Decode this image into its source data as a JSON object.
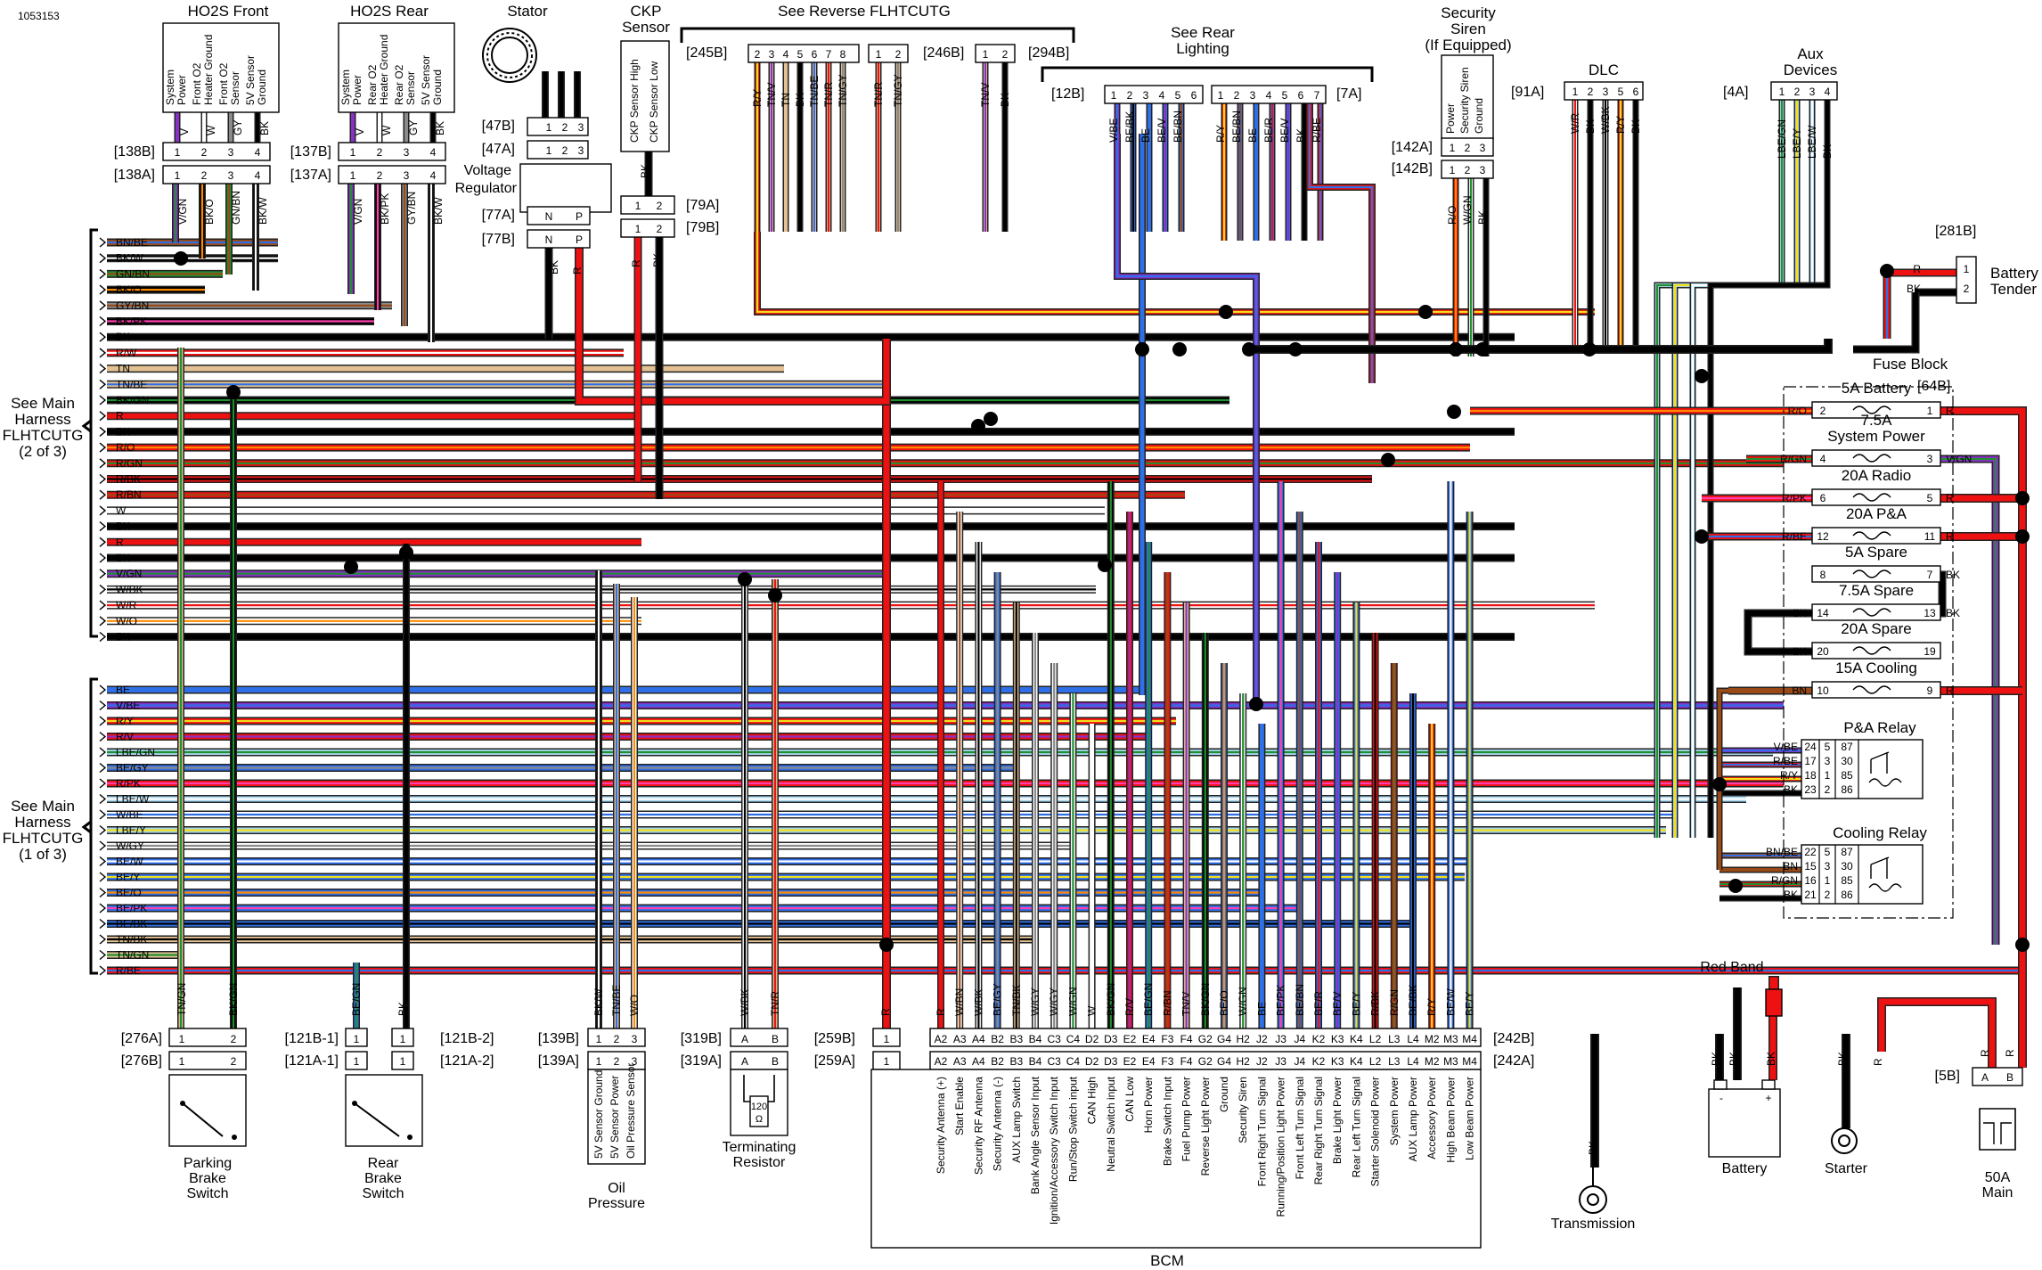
{
  "figure_id": "1053153",
  "colors": {
    "BK": "#000000",
    "R": "#ee1111",
    "O": "#ff8c00",
    "V": "#8b2fc9",
    "BE": "#2f6fe8",
    "GN": "#1f8f2f",
    "LGN": "#97e37b",
    "Y": "#f2df1a",
    "W": "#ffffff",
    "GY": "#8a8a8a",
    "TN": "#e3c193",
    "BN": "#9a4a16",
    "PK": "#ff3fae",
    "LBE": "#a8d6ee",
    "OUTLINE": "#222222"
  },
  "connector_blocks": {
    "ho2s_front": {
      "title": "HO2S Front",
      "pin_labels": [
        "System Power",
        "Front O2 Heater Ground",
        "Front O2 Sensor",
        "5V Sensor Ground"
      ],
      "upper_ref": "[138B]",
      "lower_ref": "[138A]",
      "pins": [
        "1",
        "2",
        "3",
        "4"
      ],
      "colors_above": [
        "V",
        "W",
        "GY",
        "BK"
      ],
      "wire_codes": [
        "V/GN",
        "BK/O",
        "GN/BN",
        "BK/W"
      ]
    },
    "ho2s_rear": {
      "title": "HO2S Rear",
      "pin_labels": [
        "System Power",
        "Rear O2 Heater Ground",
        "Rear O2 Sensor",
        "5V Sensor Ground"
      ],
      "upper_ref": "[137B]",
      "lower_ref": "[137A]",
      "pins": [
        "1",
        "2",
        "3",
        "4"
      ],
      "colors_above": [
        "V",
        "W",
        "GY",
        "BK"
      ],
      "wire_codes": [
        "V/GN",
        "BK/PK",
        "GY/BN",
        "BK/W"
      ]
    },
    "stator": {
      "title": "Stator",
      "ref_a": "[47B]",
      "ref_b": "[47A]",
      "pins": [
        "1",
        "2",
        "3"
      ],
      "regulator_label": "Voltage Regulator",
      "ref_c": "[77A]",
      "ref_d": "[77B]",
      "np": [
        "N",
        "P"
      ],
      "wire_codes": [
        "BK",
        "R"
      ]
    },
    "ckp": {
      "title": "CKP Sensor",
      "pin_labels": [
        "CKP Sensor High",
        "CKP Sensor Low"
      ],
      "ref_a": "[79A]",
      "ref_b": "[79B]",
      "pins": [
        "1",
        "2"
      ],
      "wire_codes": [
        "R",
        "BK"
      ],
      "top_code": "BK"
    },
    "reverse": {
      "title": "See Reverse FLHTCUTG",
      "ref_a": "[245B]",
      "pins_a": [
        "2",
        "3",
        "4",
        "5",
        "6",
        "7",
        "8"
      ],
      "ref_b": "[246B]",
      "pins_b": [
        "1",
        "2"
      ],
      "ref_c": "[294B]",
      "pins_c": [
        "1",
        "2"
      ],
      "wire_codes": [
        "R/Y",
        "TN/V",
        "TN",
        "BK",
        "TN/BE",
        "TN/R",
        "TN/GY",
        "TN/R",
        "TN/GY",
        "TN/V",
        "BK"
      ]
    },
    "rear_lighting": {
      "title": "See Rear Lighting",
      "ref_a": "[12B]",
      "pins_a": [
        "1",
        "2",
        "3",
        "4",
        "5",
        "6"
      ],
      "ref_b": "[7A]",
      "pins_b": [
        "1",
        "2",
        "3",
        "4",
        "5",
        "6",
        "7"
      ],
      "wire_codes_a": [
        "V/BE",
        "BE/BK",
        "BE",
        "BE/V",
        "BE/BN"
      ],
      "wire_codes_b": [
        "R/Y",
        "BE/BN",
        "BE",
        "BE/R",
        "BE/V",
        "BK",
        "R/BE"
      ]
    },
    "security_siren": {
      "title": "Security Siren (If Equipped)",
      "pin_labels": [
        "Power",
        "Security Siren",
        "Ground"
      ],
      "ref_a": "[142A]",
      "ref_b": "[142B]",
      "pins": [
        "1",
        "2",
        "3"
      ],
      "wire_codes": [
        "R/O",
        "W/GN",
        "BK"
      ]
    },
    "dlc": {
      "title": "DLC",
      "ref": "[91A]",
      "pins": [
        "1",
        "2",
        "3",
        "5",
        "6"
      ],
      "wire_codes": [
        "W/R",
        "BK",
        "W/BK",
        "R/Y",
        "BK"
      ]
    },
    "aux_devices": {
      "title": "Aux Devices",
      "ref": "[4A]",
      "pins": [
        "1",
        "2",
        "3",
        "4"
      ],
      "wire_codes": [
        "LBE/GN",
        "LBE/Y",
        "LBE/W",
        "BK"
      ]
    },
    "battery_tender": {
      "title": "Battery Tender",
      "ref": "[281B]",
      "pins": [
        "1",
        "2"
      ],
      "wire_codes": [
        "R",
        "BK"
      ]
    },
    "fuse_block": {
      "title": "Fuse Block",
      "ref": "[64B]",
      "fuses": [
        {
          "name": "5A Battery",
          "in": "2",
          "out": "1",
          "left_code": "R/O",
          "right_code": "R"
        },
        {
          "name": "7.5A System Power",
          "in": "4",
          "out": "3",
          "left_code": "R/GN",
          "right_code": "V/GN"
        },
        {
          "name": "20A Radio",
          "in": "6",
          "out": "5",
          "left_code": "R/PK",
          "right_code": "R"
        },
        {
          "name": "20A P&A",
          "in": "12",
          "out": "11",
          "left_code": "R/BE",
          "right_code": "R"
        },
        {
          "name": "5A Spare",
          "in": "8",
          "out": "7",
          "left_code": "",
          "right_code": "BK"
        },
        {
          "name": "7.5A Spare",
          "in": "14",
          "out": "13",
          "left_code": "BK",
          "right_code": "BK"
        },
        {
          "name": "20A Spare",
          "in": "20",
          "out": "19",
          "left_code": "BK",
          "right_code": ""
        },
        {
          "name": "15A Cooling",
          "in": "10",
          "out": "9",
          "left_code": "BN",
          "right_code": "R"
        }
      ],
      "relays": [
        {
          "name": "P&A Relay",
          "rows": [
            {
              "code": "V/BE",
              "pin": "24",
              "a": "5",
              "b": "87"
            },
            {
              "code": "R/BE",
              "pin": "17",
              "a": "3",
              "b": "30"
            },
            {
              "code": "R/Y",
              "pin": "18",
              "a": "1",
              "b": "85"
            },
            {
              "code": "BK",
              "pin": "23",
              "a": "2",
              "b": "86"
            }
          ]
        },
        {
          "name": "Cooling Relay",
          "rows": [
            {
              "code": "BN/BE",
              "pin": "22",
              "a": "5",
              "b": "87"
            },
            {
              "code": "BN",
              "pin": "15",
              "a": "3",
              "b": "30"
            },
            {
              "code": "R/GN",
              "pin": "16",
              "a": "1",
              "b": "85"
            },
            {
              "code": "BK",
              "pin": "21",
              "a": "2",
              "b": "86"
            }
          ]
        }
      ]
    }
  },
  "main_harness": {
    "upper": {
      "label": "See Main Harness FLHTCUTG (2 of 3)",
      "wires": [
        "BN/BE",
        "BK/W",
        "GN/BN",
        "BK/O",
        "GY/BN",
        "BK/PK",
        "BK",
        "R/W",
        "TN",
        "TN/BE",
        "BK/GN",
        "R",
        "BK",
        "R/O",
        "R/GN",
        "R/BK",
        "R/BN",
        "W",
        "BK",
        "R",
        "BK",
        "V/GN",
        "W/BK",
        "W/R",
        "W/O",
        "BK"
      ]
    },
    "lower": {
      "label": "See Main Harness FLHTCUTG (1 of 3)",
      "wires": [
        "BE",
        "V/BE",
        "R/Y",
        "R/V",
        "LBE/GN",
        "BE/GY",
        "R/PK",
        "LBE/W",
        "W/BE",
        "LBE/Y",
        "W/GY",
        "BE/W",
        "BE/Y",
        "BE/O",
        "BE/PK",
        "BE/BK",
        "TN/BK",
        "TN/GN",
        "R/BE"
      ]
    }
  },
  "bottom_connectors": {
    "parking_brake": {
      "title": "Parking Brake Switch",
      "ref_a": "[276A]",
      "ref_b": "[276B]",
      "pins": [
        "1",
        "2"
      ],
      "codes": [
        "TN/GN",
        "BK/GN"
      ]
    },
    "rear_brake": {
      "title": "Rear Brake Switch",
      "ref_a": "[121B-1]",
      "ref_b": "[121A-1]",
      "ref_c": "[121B-2]",
      "ref_d": "[121A-2]",
      "pins": [
        "1",
        "1"
      ],
      "codes": [
        "BE/GN",
        "BK"
      ]
    },
    "oil_pressure": {
      "title": "Oil Pressure",
      "ref_a": "[139B]",
      "ref_b": "[139A]",
      "pins": [
        "1",
        "2",
        "3"
      ],
      "codes": [
        "BK/W",
        "TN/BE",
        "W/O"
      ],
      "pin_labels": [
        "5V Sensor Ground",
        "5V Sensor Power",
        "Oil Pressure Sensor"
      ]
    },
    "terminating_resistor": {
      "title": "Terminating Resistor",
      "ref_a": "[319B]",
      "ref_b": "[319A]",
      "pins": [
        "A",
        "B"
      ],
      "codes": [
        "W/BK",
        "TN/R"
      ],
      "value": "120",
      "unit": "Ω"
    },
    "bcm": {
      "title": "BCM",
      "ref_a": "[259B]",
      "ref_b": "[259A]",
      "ref_c": "[242B]",
      "ref_d": "[242A]",
      "single_pin": "1",
      "single_code": "R",
      "pins": [
        "A2",
        "A3",
        "A4",
        "B2",
        "B3",
        "B4",
        "C3",
        "C4",
        "D2",
        "D3",
        "E2",
        "E4",
        "F3",
        "F4",
        "G2",
        "G4",
        "H2",
        "J2",
        "J3",
        "J4",
        "K2",
        "K3",
        "K4",
        "L2",
        "L3",
        "L4",
        "M2",
        "M3",
        "M4"
      ],
      "codes": [
        "R",
        "W/BN",
        "W/BK",
        "BE/GY",
        "TN/BK",
        "W/GY",
        "W/GY",
        "W/GN",
        "W",
        "BK/GN",
        "R/V",
        "BE/GN",
        "R/BN",
        "TN/V",
        "BK/GN",
        "BE/O",
        "W/GN",
        "BE",
        "BE/PK",
        "BE/BN",
        "BE/R",
        "BE/V",
        "BE/Y",
        "R/BK",
        "R/GN",
        "BE/BK",
        "R/Y",
        "BE/W",
        "BE/Y"
      ],
      "functions": [
        "Security Antenna (+)",
        "Start Enable",
        "Security RF Antenna",
        "Security Antenna (-)",
        "AUX Lamp Switch",
        "Bank Angle Sensor Input",
        "Ignition/Accessory Switch Input",
        "Run/Stop Switch input",
        "CAN High",
        "Neutral Switch input",
        "CAN Low",
        "Horn Power",
        "Brake Switch Input",
        "Fuel Pump Power",
        "Reverse Light Power",
        "Ground",
        "Security Siren",
        "Front Right Turn Signal",
        "Running/Position Light Power",
        "Front Left Turn Signal",
        "Rear Right Turn Signal",
        "Brake Light Power",
        "Rear Left Turn Signal",
        "Starter Solenoid Power",
        "System Power",
        "AUX Lamp Power",
        "Accessory Power",
        "High Beam Power",
        "Low Beam Power"
      ]
    },
    "transmission": {
      "title": "Transmission",
      "code": "BK"
    },
    "battery": {
      "title": "Battery",
      "label": "Red Band",
      "codes": [
        "BK",
        "BK",
        "BK"
      ]
    },
    "starter": {
      "title": "Starter",
      "codes": [
        "BK",
        "R"
      ]
    },
    "main_fuse": {
      "title": "50A Main Fuse",
      "ref": "[5B]",
      "pins": [
        "A",
        "B"
      ],
      "codes": [
        "R",
        "R"
      ]
    }
  }
}
